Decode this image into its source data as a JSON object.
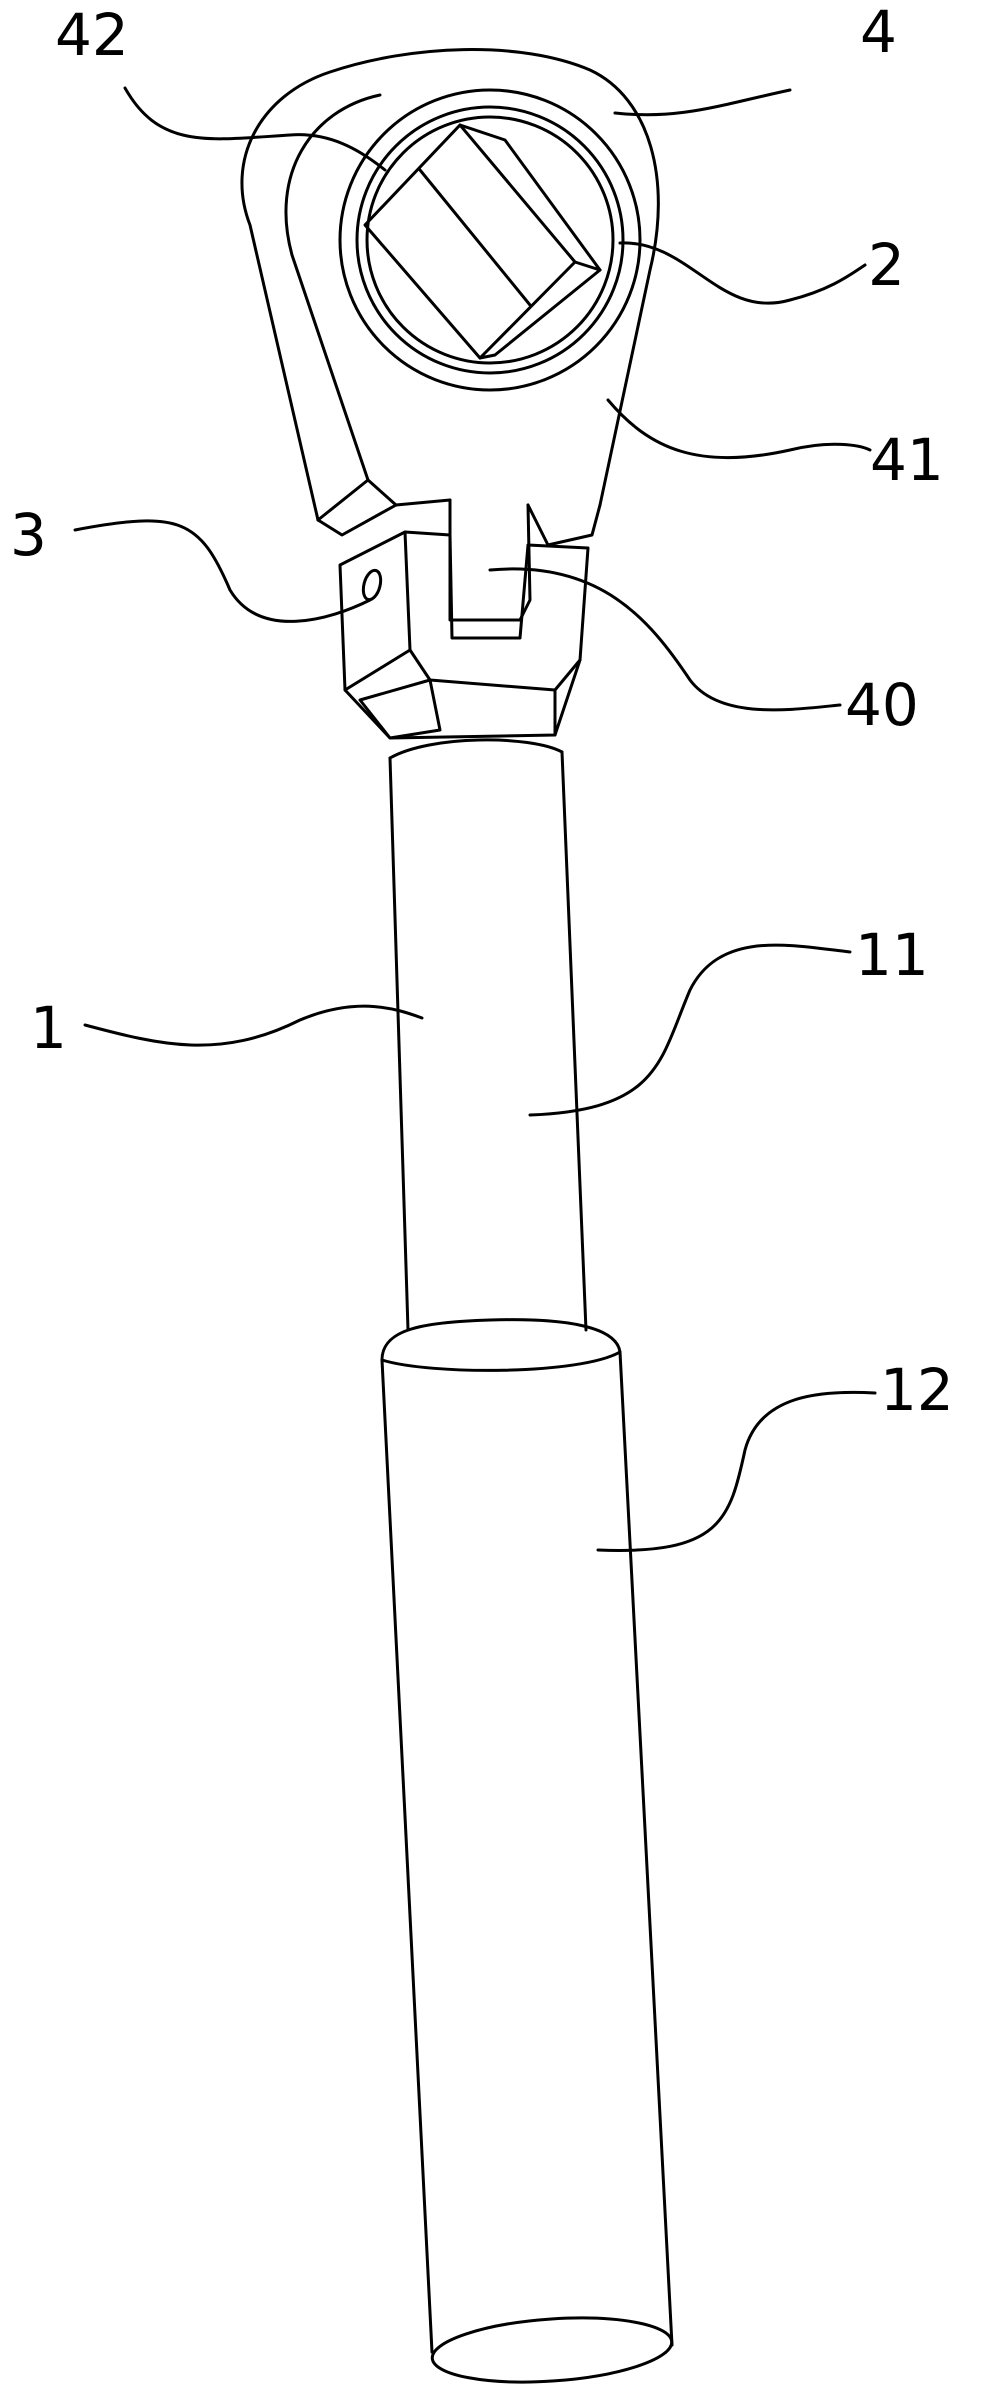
{
  "figure": {
    "labels": {
      "head": "4",
      "ratchet": "2",
      "head_arm": "41",
      "square_drive": "42",
      "pin": "3",
      "tongue": "40",
      "handle": "1",
      "inner_tube": "11",
      "grip": "12"
    }
  }
}
